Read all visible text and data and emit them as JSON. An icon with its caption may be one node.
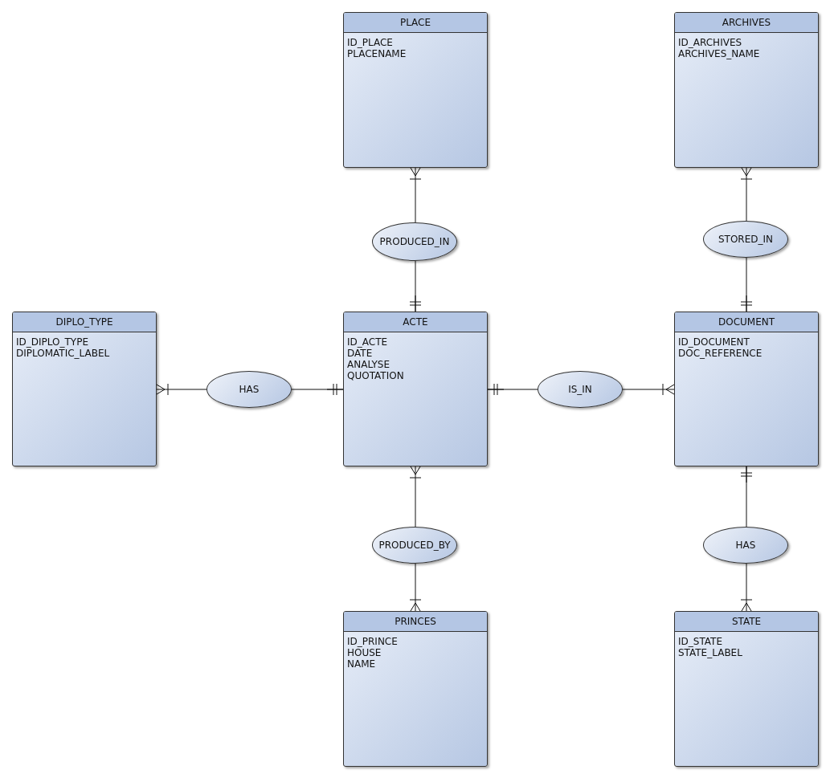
{
  "diagram": {
    "nodes": [
      {
        "text": [
          "PLACE",
          "ID_PLACE",
          "PLACENAME"
        ]
      },
      {
        "text": [
          "ARCHIVES",
          "ID_ARCHIVES",
          "ARCHIVES_NAME"
        ]
      },
      {
        "text": [
          "PRODUCED_IN"
        ]
      },
      {
        "text": [
          "STORED_IN"
        ]
      },
      {
        "text": [
          "DIPLO_TYPE",
          "ID_DIPLO_TYPE",
          "DIPLOMATIC_LABEL"
        ]
      },
      {
        "text": [
          "HAS"
        ]
      },
      {
        "text": [
          "ACTE",
          "ID_ACTE",
          "DATE",
          "ANALYSE",
          "QUOTATION"
        ]
      },
      {
        "text": [
          "IS_IN"
        ]
      },
      {
        "text": [
          "DOCUMENT",
          "ID_DOCUMENT",
          "DOC_REFERENCE"
        ]
      },
      {
        "text": [
          "PRODUCED_BY"
        ]
      },
      {
        "text": [
          "HAS"
        ]
      },
      {
        "text": [
          "PRINCES",
          "ID_PRINCE",
          "HOUSE",
          "NAME"
        ]
      },
      {
        "text": [
          "STATE",
          "ID_STATE",
          "STATE_LABEL"
        ]
      }
    ],
    "edges": [
      {
        "from": 2,
        "to": 0,
        "arrow": "other"
      },
      {
        "from": 2,
        "to": 6,
        "arrow": "other"
      },
      {
        "from": 3,
        "to": 1,
        "arrow": "other"
      },
      {
        "from": 3,
        "to": 8,
        "arrow": "other"
      },
      {
        "from": 5,
        "to": 4,
        "arrow": "other"
      },
      {
        "from": 5,
        "to": 6,
        "arrow": "other"
      },
      {
        "from": 7,
        "to": 6,
        "arrow": "other"
      },
      {
        "from": 7,
        "to": 8,
        "arrow": "other"
      },
      {
        "from": 9,
        "to": 6,
        "arrow": "other"
      },
      {
        "from": 9,
        "to": 11,
        "arrow": "other"
      },
      {
        "from": 10,
        "to": 8,
        "arrow": "other"
      },
      {
        "from": 10,
        "to": 12,
        "arrow": "other"
      }
    ]
  }
}
